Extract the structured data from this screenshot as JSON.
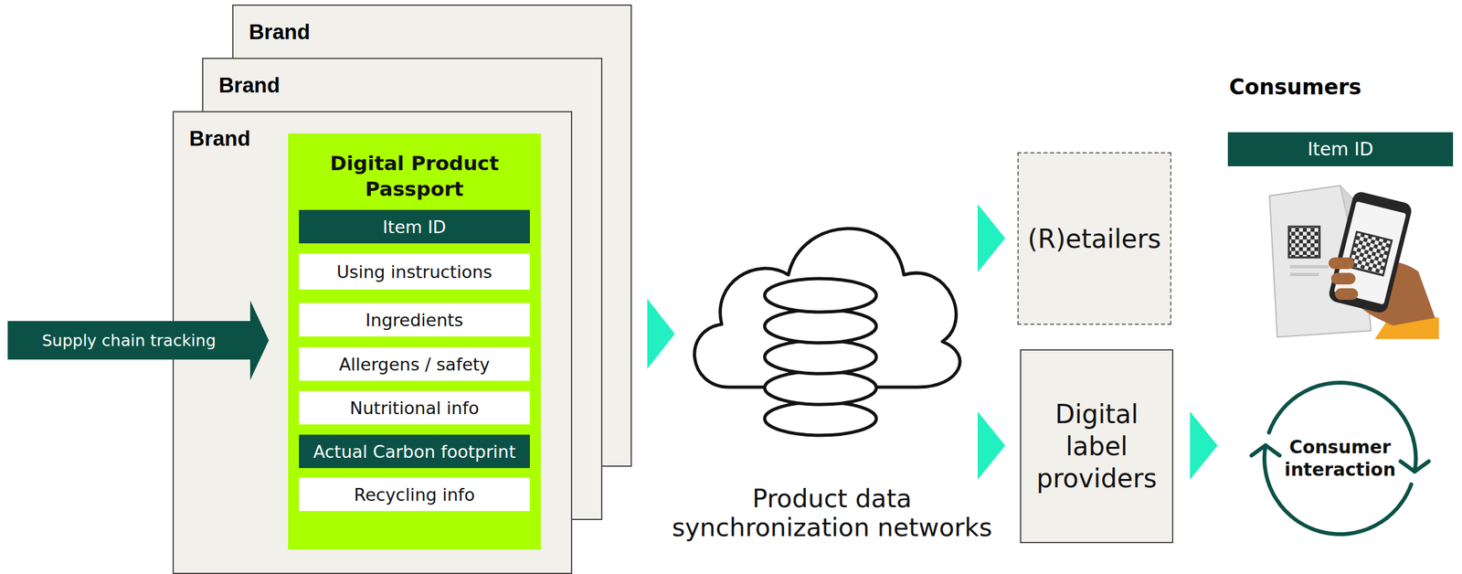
{
  "diagram": {
    "nodes": [
      {
        "text": [
          "Brand"
        ]
      },
      {
        "text": [
          "Brand"
        ]
      },
      {
        "text": [
          "Brand"
        ]
      },
      {
        "text": [
          "Digital Product Passport"
        ],
        "in": 2
      },
      {
        "text": [
          "Item ID"
        ],
        "in": 3
      },
      {
        "text": [
          "Using instructions"
        ],
        "in": 3
      },
      {
        "text": [
          "Ingredients"
        ],
        "in": 3
      },
      {
        "text": [
          "Allergens / safety"
        ],
        "in": 3
      },
      {
        "text": [
          "Nutritional info"
        ],
        "in": 3
      },
      {
        "text": [
          "Actual Carbon footprint"
        ],
        "in": 3
      },
      {
        "text": [
          "Recycling info"
        ],
        "in": 3
      },
      {
        "text": [
          "Supply chain tracking"
        ]
      },
      {
        "text": [
          "Product data synchronization networks"
        ]
      },
      {
        "text": [
          "(R)etailers"
        ]
      },
      {
        "text": [
          "Digital label providers"
        ]
      },
      {
        "text": [
          "Item ID"
        ]
      },
      {
        "text": [
          "Consumer interaction"
        ]
      }
    ],
    "edges": [
      {
        "from": 2,
        "to": 12,
        "arrow": "to"
      },
      {
        "from": 12,
        "to": 13,
        "arrow": "to"
      },
      {
        "from": 12,
        "to": 14,
        "arrow": "to"
      },
      {
        "from": 14,
        "to": 16,
        "arrow": "to"
      }
    ],
    "labels": [
      "Consumers"
    ]
  }
}
